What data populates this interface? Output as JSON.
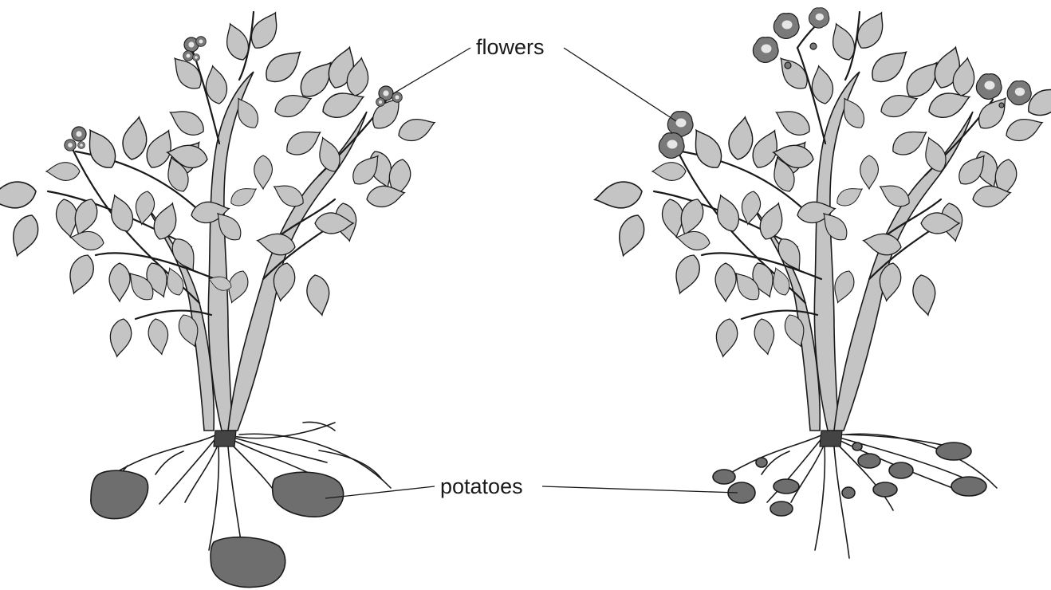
{
  "labels": {
    "flowers": "flowers",
    "potatoes": "potatoes"
  },
  "plants": [
    {
      "id": "left",
      "potato_count": 3,
      "potato_size": "large"
    },
    {
      "id": "right",
      "potato_count": 12,
      "potato_size": "small"
    }
  ],
  "colors": {
    "leaf": "#c4c4c4",
    "potato": "#6e6e6e",
    "flower": "#7a7a7a",
    "outline": "#1a1a1a"
  }
}
